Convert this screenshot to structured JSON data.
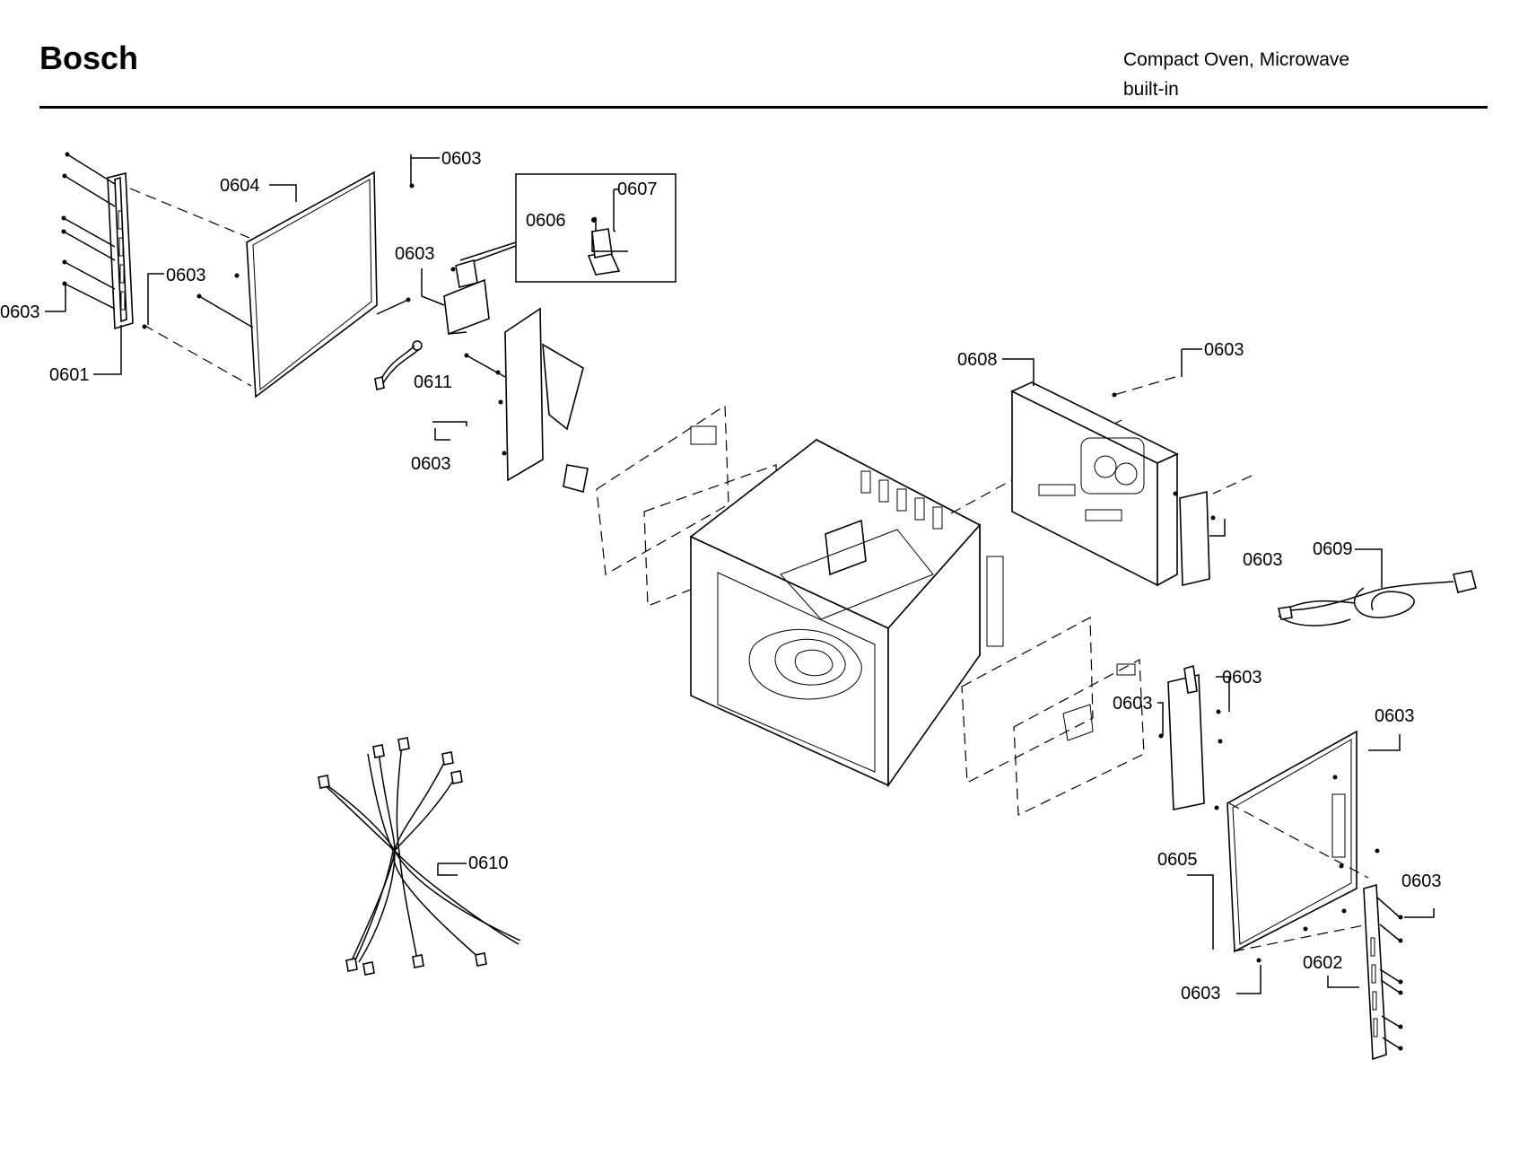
{
  "header": {
    "brand": "Bosch",
    "subtitle_line1": "Compact Oven, Microwave",
    "subtitle_line2": "built-in"
  },
  "labels": {
    "p0601": "0601",
    "p0602": "0602",
    "p0603": "0603",
    "p0604": "0604",
    "p0605": "0605",
    "p0606": "0606",
    "p0607": "0607",
    "p0608": "0608",
    "p0609": "0609",
    "p0610": "0610",
    "p0611": "0611"
  }
}
